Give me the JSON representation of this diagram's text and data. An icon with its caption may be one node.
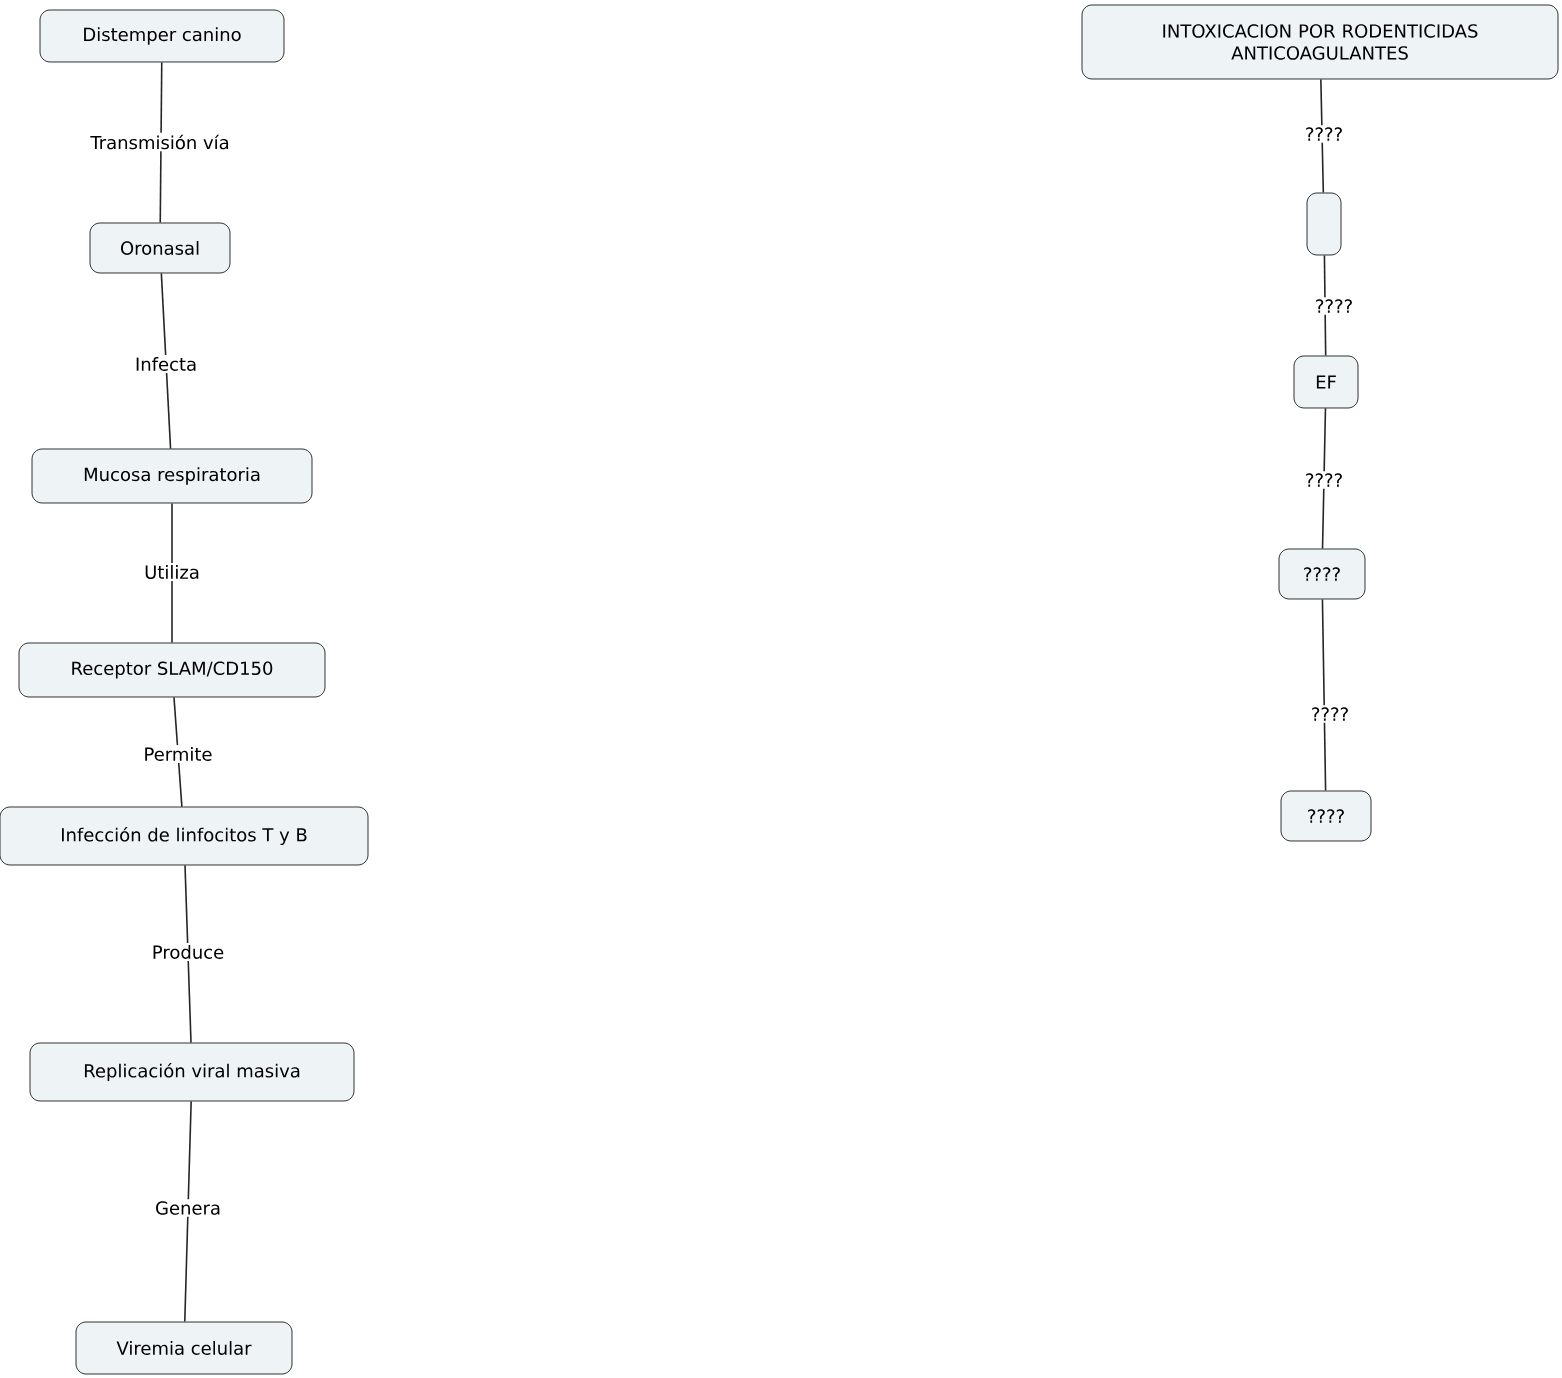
{
  "diagram": {
    "nodes": [
      {
        "text": [
          "Distemper canino"
        ]
      },
      {
        "text": [
          "Oronasal"
        ]
      },
      {
        "text": [
          "Mucosa respiratoria"
        ]
      },
      {
        "text": [
          "Receptor SLAM/CD150"
        ]
      },
      {
        "text": [
          "Infección de linfocitos T y B"
        ]
      },
      {
        "text": [
          "Replicación viral masiva"
        ]
      },
      {
        "text": [
          "Viremia celular"
        ]
      },
      {
        "text": [
          "INTOXICACION POR RODENTICIDAS ANTICOAGULANTES"
        ]
      },
      {
        "text": [],
        "shape": "box"
      },
      {
        "text": [
          "EF"
        ]
      },
      {
        "text": [
          "????"
        ]
      },
      {
        "text": [
          "????"
        ]
      }
    ],
    "edges": [
      {
        "from": 0,
        "to": 1,
        "arrow": "none",
        "label": "Transmisión vía"
      },
      {
        "from": 1,
        "to": 2,
        "arrow": "none",
        "label": "Infecta"
      },
      {
        "from": 2,
        "to": 3,
        "arrow": "none",
        "label": "Utiliza"
      },
      {
        "from": 3,
        "to": 4,
        "arrow": "none",
        "label": "Permite"
      },
      {
        "from": 4,
        "to": 5,
        "arrow": "none",
        "label": "Produce"
      },
      {
        "from": 5,
        "to": 6,
        "arrow": "none",
        "label": "Genera"
      },
      {
        "from": 7,
        "to": 8,
        "arrow": "none",
        "label": "????"
      },
      {
        "from": 8,
        "to": 9,
        "arrow": "none",
        "label": "????"
      },
      {
        "from": 9,
        "to": 10,
        "arrow": "none",
        "label": "????"
      },
      {
        "from": 10,
        "to": 11,
        "arrow": "none",
        "label": "????"
      }
    ]
  }
}
